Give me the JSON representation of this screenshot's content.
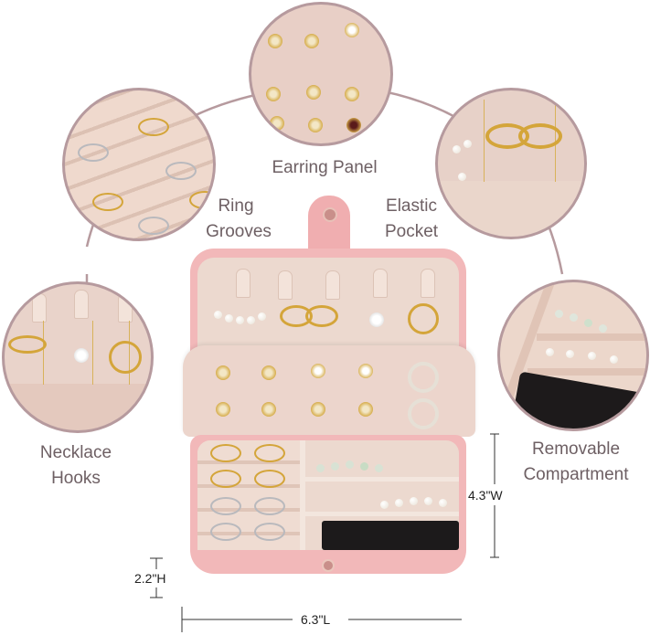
{
  "product": {
    "name": "Pink travel jewelry box",
    "colors": {
      "case": "#f2b8b9",
      "lining": "#ecd8cc",
      "label_text": "#6e6064",
      "connector": "#b69a9e",
      "dimension_text": "#222222"
    }
  },
  "callouts": {
    "earring_panel": "Earring Panel",
    "ring_grooves_line1": "Ring",
    "ring_grooves_line2": "Grooves",
    "elastic_pocket_line1": "Elastic",
    "elastic_pocket_line2": "Pocket",
    "necklace_hooks_line1": "Necklace",
    "necklace_hooks_line2": "Hooks",
    "removable_line1": "Removable",
    "removable_line2": "Compartment"
  },
  "dimensions": {
    "width": "4.3\"W",
    "height": "2.2\"H",
    "length": "6.3\"L"
  }
}
